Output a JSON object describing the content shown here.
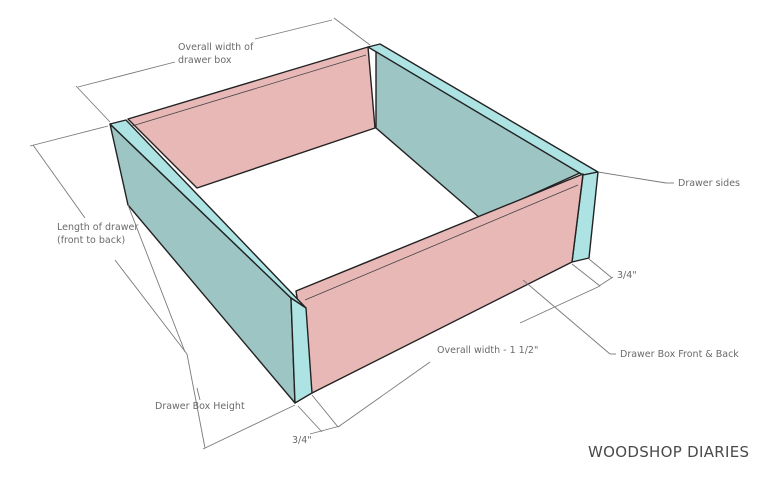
{
  "labels": {
    "overall_width_line1": "Overall width of",
    "overall_width_line2": "drawer box",
    "length_line1": "Length of drawer",
    "length_line2": "(front to back)",
    "height": "Drawer Box Height",
    "thickness_bottom": "3/4\"",
    "thickness_right": "3/4\"",
    "inner_width": "Overall width - 1 1/2\"",
    "drawer_sides": "Drawer sides",
    "front_back": "Drawer Box Front & Back"
  },
  "brand": "WOODSHOP DIARIES",
  "colors": {
    "front_back_panels": "#e8b8b7",
    "side_outer_face": "#9dc5c4",
    "side_edge": "#aee3e3",
    "outline": "#222222",
    "dimension_lines": "#7a7a7a"
  }
}
